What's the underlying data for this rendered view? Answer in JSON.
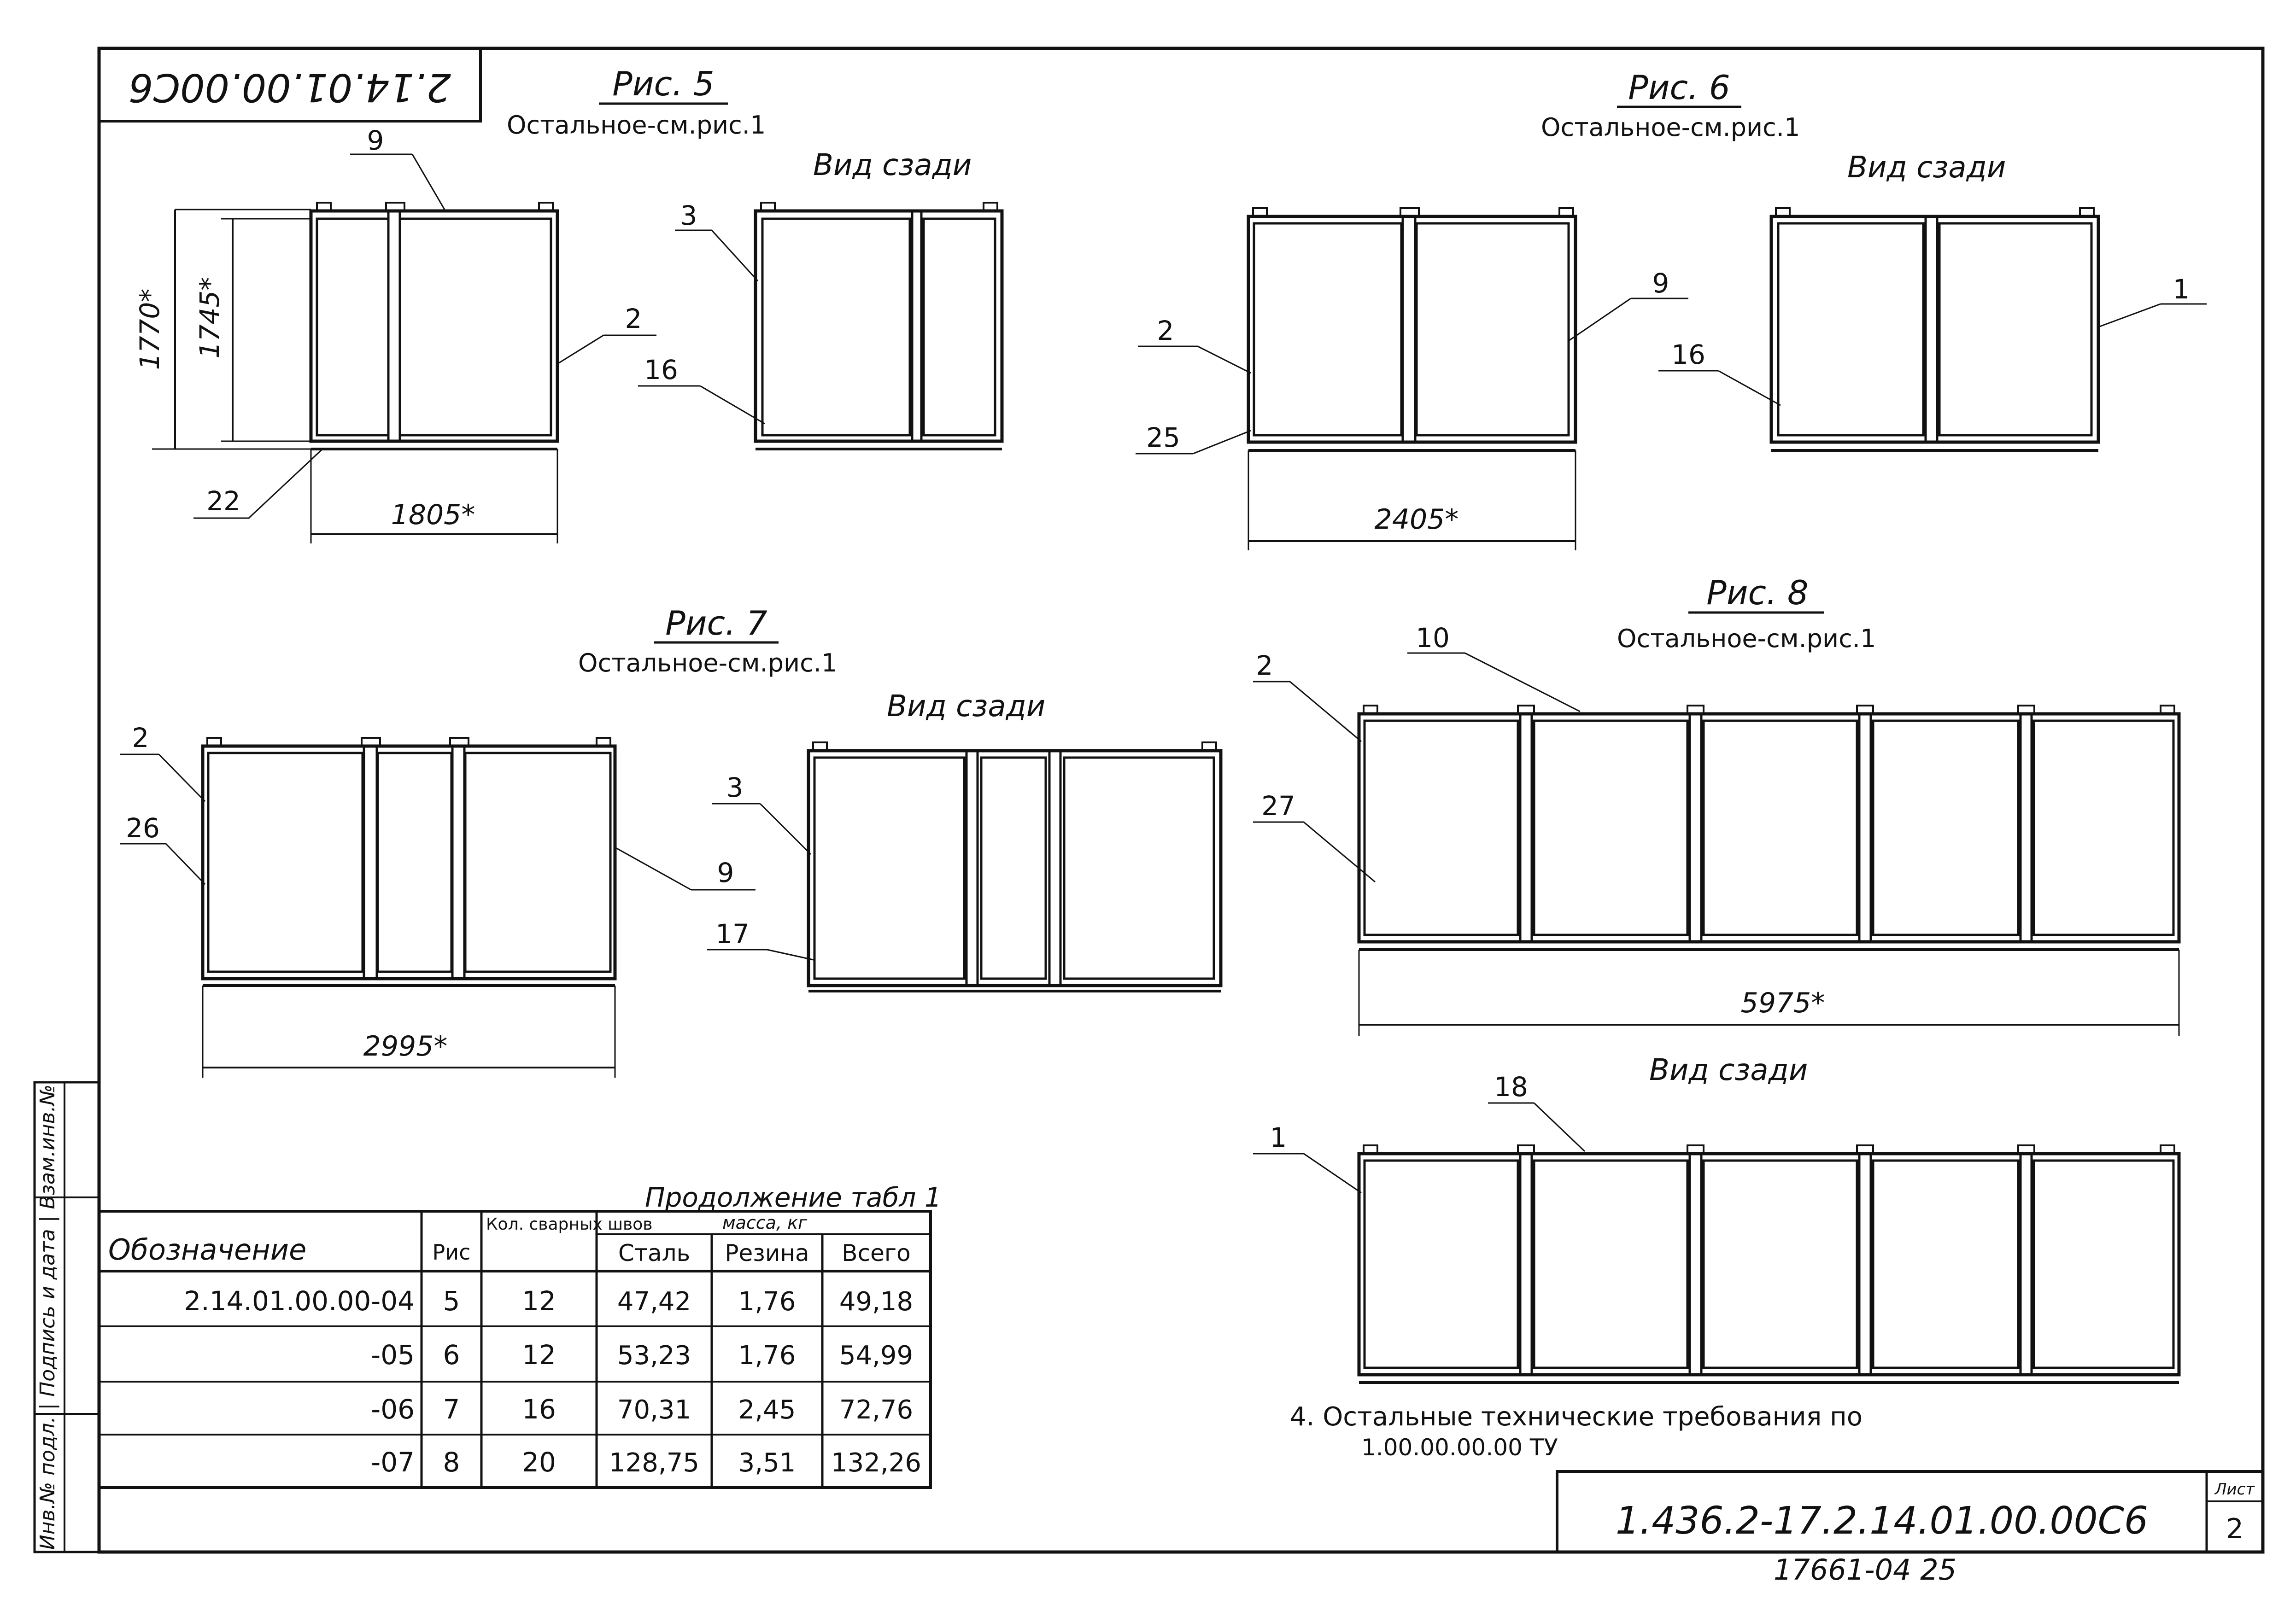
{
  "header": {
    "stamp_code": "2.14.01.00.00С6"
  },
  "figures": {
    "fig5": {
      "title": "Рис. 5",
      "note": "Остальное-см.рис.1",
      "rear_label": "Вид сзади",
      "dim_width": "1805*",
      "dim_h1": "1770*",
      "dim_h2": "1745*",
      "callouts": [
        "9",
        "2",
        "22",
        "3",
        "16"
      ]
    },
    "fig6": {
      "title": "Рис. 6",
      "note": "Остальное-см.рис.1",
      "rear_label": "Вид сзади",
      "dim_width": "2405*",
      "callouts": [
        "2",
        "9",
        "25",
        "1",
        "16"
      ]
    },
    "fig7": {
      "title": "Рис. 7",
      "note": "Остальное-см.рис.1",
      "rear_label": "Вид сзади",
      "dim_width": "2995*",
      "callouts": [
        "2",
        "26",
        "9",
        "3",
        "17"
      ]
    },
    "fig8": {
      "title": "Рис. 8",
      "note": "Остальное-см.рис.1",
      "rear_label": "Вид сзади",
      "dim_width": "5975*",
      "callouts": [
        "10",
        "2",
        "27",
        "18",
        "1"
      ]
    }
  },
  "table": {
    "caption": "Продолжение табл 1",
    "headers": {
      "designation": "Обозначение",
      "fig": "Рис",
      "welds": "Кол. сварных швов",
      "mass": "масса, кг",
      "steel": "Сталь",
      "rubber": "Резина",
      "total": "Всего"
    },
    "rows": [
      {
        "designation": "2.14.01.00.00-04",
        "fig": "5",
        "welds": "12",
        "steel": "47,42",
        "rubber": "1,76",
        "total": "49,18"
      },
      {
        "designation": "-05",
        "fig": "6",
        "welds": "12",
        "steel": "53,23",
        "rubber": "1,76",
        "total": "54,99"
      },
      {
        "designation": "-06",
        "fig": "7",
        "welds": "16",
        "steel": "70,31",
        "rubber": "2,45",
        "total": "72,76"
      },
      {
        "designation": "-07",
        "fig": "8",
        "welds": "20",
        "steel": "128,75",
        "rubber": "3,51",
        "total": "132,26"
      }
    ]
  },
  "notes": {
    "item4_line1": "4. Остальные технические требования по",
    "item4_line2": "1.00.00.00.00 ТУ"
  },
  "side_stamp": "Инв.№ подл. | Подпись и дата | Взам.инв.№",
  "title_block": {
    "doc_code": "1.436.2-17.2.14.01.00.00С6",
    "sheet_label": "Лист",
    "sheet_number": "2"
  },
  "footer": {
    "archive_code": "17661-04 25"
  }
}
